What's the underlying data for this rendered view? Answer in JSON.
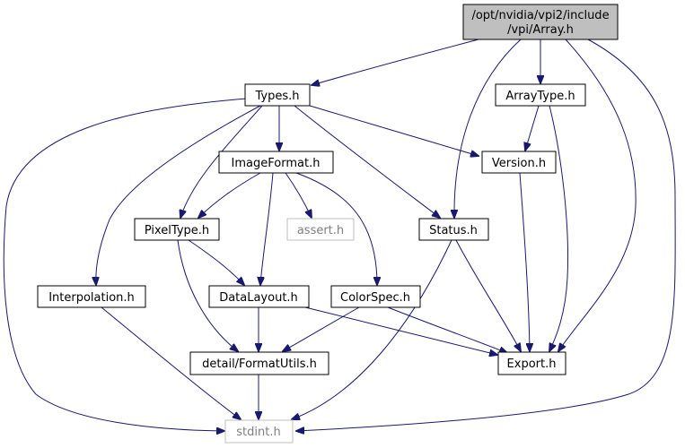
{
  "diagram": {
    "type": "include-dependency-graph",
    "colors": {
      "root_fill": "#bfbfbf",
      "node_fill": "#ffffff",
      "node_border": "#000000",
      "external_border": "#bfbfbf",
      "external_text": "#7f7f7f",
      "edge": "#191970"
    },
    "nodes": [
      {
        "id": "array",
        "label_lines": [
          "/opt/nvidia/vpi2/include",
          "/vpi/Array.h"
        ],
        "root": true
      },
      {
        "id": "types",
        "label_lines": [
          "Types.h"
        ]
      },
      {
        "id": "arraytype",
        "label_lines": [
          "ArrayType.h"
        ]
      },
      {
        "id": "imageformat",
        "label_lines": [
          "ImageFormat.h"
        ]
      },
      {
        "id": "version",
        "label_lines": [
          "Version.h"
        ]
      },
      {
        "id": "pixeltype",
        "label_lines": [
          "PixelType.h"
        ]
      },
      {
        "id": "assert",
        "label_lines": [
          "assert.h"
        ],
        "external": true
      },
      {
        "id": "status",
        "label_lines": [
          "Status.h"
        ]
      },
      {
        "id": "interpolation",
        "label_lines": [
          "Interpolation.h"
        ]
      },
      {
        "id": "datalayout",
        "label_lines": [
          "DataLayout.h"
        ]
      },
      {
        "id": "colorspec",
        "label_lines": [
          "ColorSpec.h"
        ]
      },
      {
        "id": "formatutils",
        "label_lines": [
          "detail/FormatUtils.h"
        ]
      },
      {
        "id": "export",
        "label_lines": [
          "Export.h"
        ]
      },
      {
        "id": "stdint",
        "label_lines": [
          "stdint.h"
        ],
        "external": true
      }
    ],
    "edges": [
      {
        "from": "array",
        "to": "types"
      },
      {
        "from": "array",
        "to": "status"
      },
      {
        "from": "array",
        "to": "arraytype"
      },
      {
        "from": "array",
        "to": "export"
      },
      {
        "from": "array",
        "to": "stdint"
      },
      {
        "from": "types",
        "to": "stdint"
      },
      {
        "from": "types",
        "to": "interpolation"
      },
      {
        "from": "types",
        "to": "pixeltype"
      },
      {
        "from": "types",
        "to": "imageformat"
      },
      {
        "from": "types",
        "to": "version"
      },
      {
        "from": "types",
        "to": "status"
      },
      {
        "from": "arraytype",
        "to": "version"
      },
      {
        "from": "arraytype",
        "to": "export"
      },
      {
        "from": "imageformat",
        "to": "pixeltype"
      },
      {
        "from": "imageformat",
        "to": "datalayout"
      },
      {
        "from": "imageformat",
        "to": "assert"
      },
      {
        "from": "imageformat",
        "to": "colorspec"
      },
      {
        "from": "version",
        "to": "export"
      },
      {
        "from": "pixeltype",
        "to": "datalayout"
      },
      {
        "from": "pixeltype",
        "to": "formatutils"
      },
      {
        "from": "status",
        "to": "export"
      },
      {
        "from": "status",
        "to": "stdint"
      },
      {
        "from": "interpolation",
        "to": "stdint"
      },
      {
        "from": "datalayout",
        "to": "formatutils"
      },
      {
        "from": "datalayout",
        "to": "export"
      },
      {
        "from": "colorspec",
        "to": "formatutils"
      },
      {
        "from": "colorspec",
        "to": "export"
      },
      {
        "from": "formatutils",
        "to": "stdint"
      }
    ]
  }
}
